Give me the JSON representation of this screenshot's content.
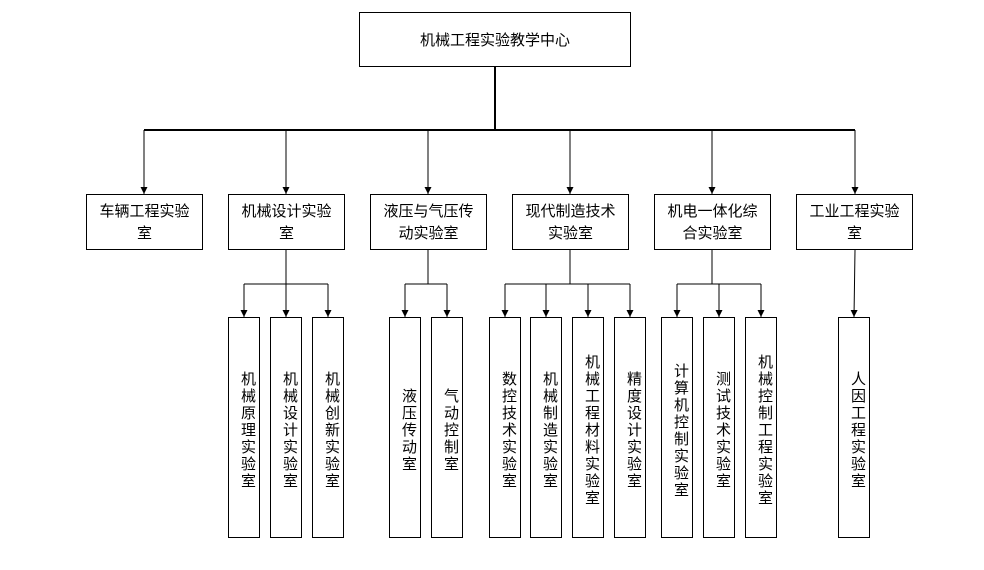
{
  "root": {
    "label": "机械工程实验教学中心"
  },
  "groups": [
    {
      "label": "车辆工程实验室",
      "children": []
    },
    {
      "label": "机械设计实验室",
      "children": [
        "机械原理实验室",
        "机械设计实验室",
        "机械创新实验室"
      ]
    },
    {
      "label": "液压与气压传动实验室",
      "children": [
        "液压传动室",
        "气动控制室"
      ]
    },
    {
      "label": "现代制造技术实验室",
      "children": [
        "数控技术实验室",
        "机械制造实验室",
        "机械工程材料实验室",
        "精度设计实验室"
      ]
    },
    {
      "label": "机电一体化综合实验室",
      "children": [
        "计算机控制实验室",
        "测试技术实验室",
        "机械控制工程实验室"
      ]
    },
    {
      "label": "工业工程实验室",
      "children": [
        "人因工程实验室"
      ]
    }
  ]
}
